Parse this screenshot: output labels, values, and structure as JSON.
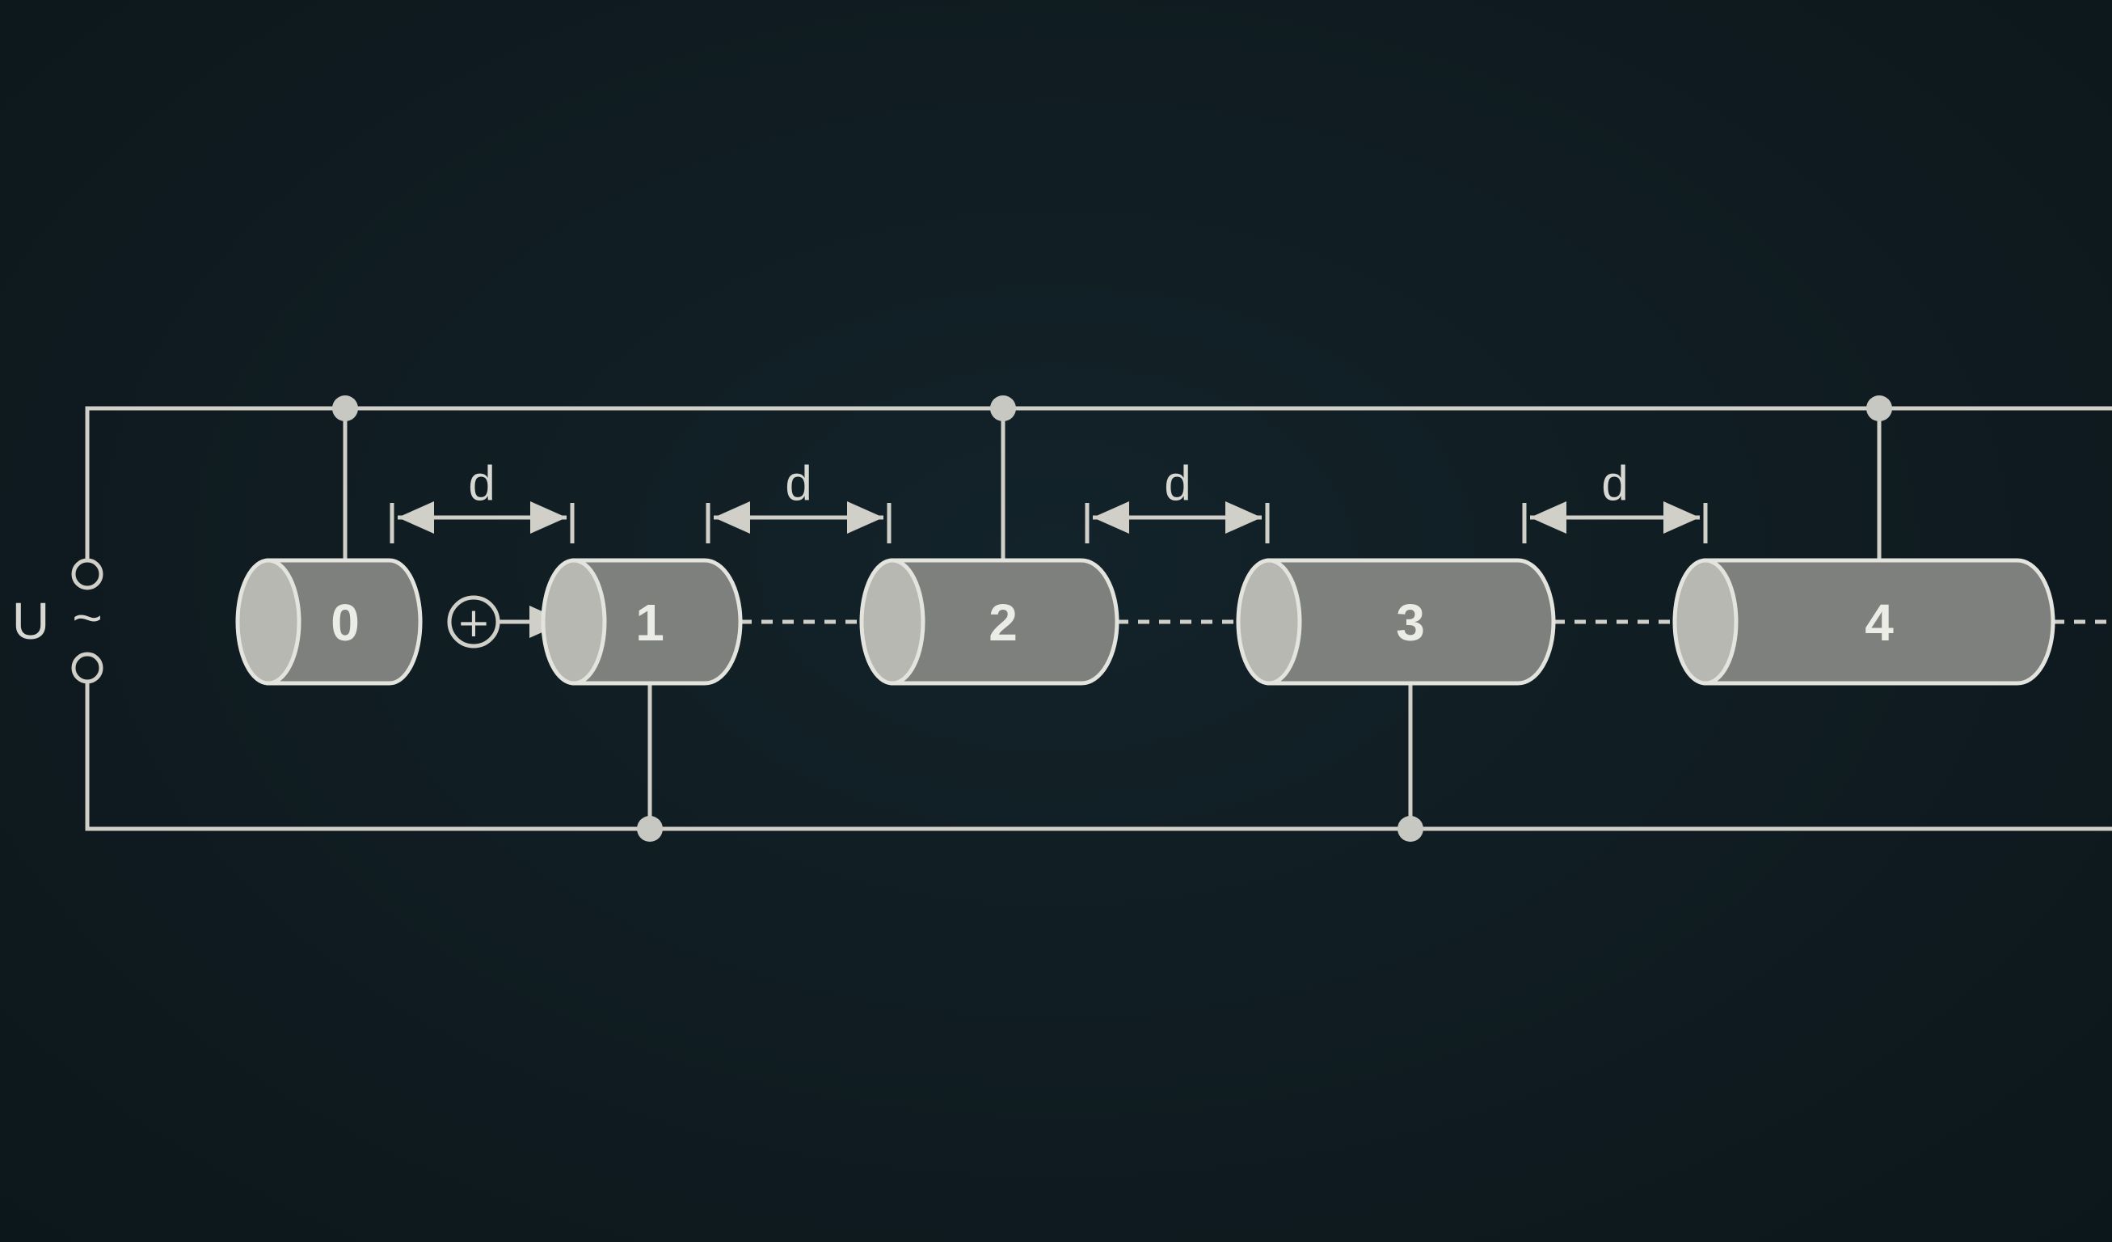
{
  "source": {
    "label": "U",
    "symbol": "~"
  },
  "particle": {
    "symbol": "+"
  },
  "drift_tubes": [
    {
      "label": "0"
    },
    {
      "label": "1"
    },
    {
      "label": "2"
    },
    {
      "label": "3"
    },
    {
      "label": "4"
    }
  ],
  "gaps": [
    {
      "label": "d"
    },
    {
      "label": "d"
    },
    {
      "label": "d"
    },
    {
      "label": "d"
    }
  ]
}
